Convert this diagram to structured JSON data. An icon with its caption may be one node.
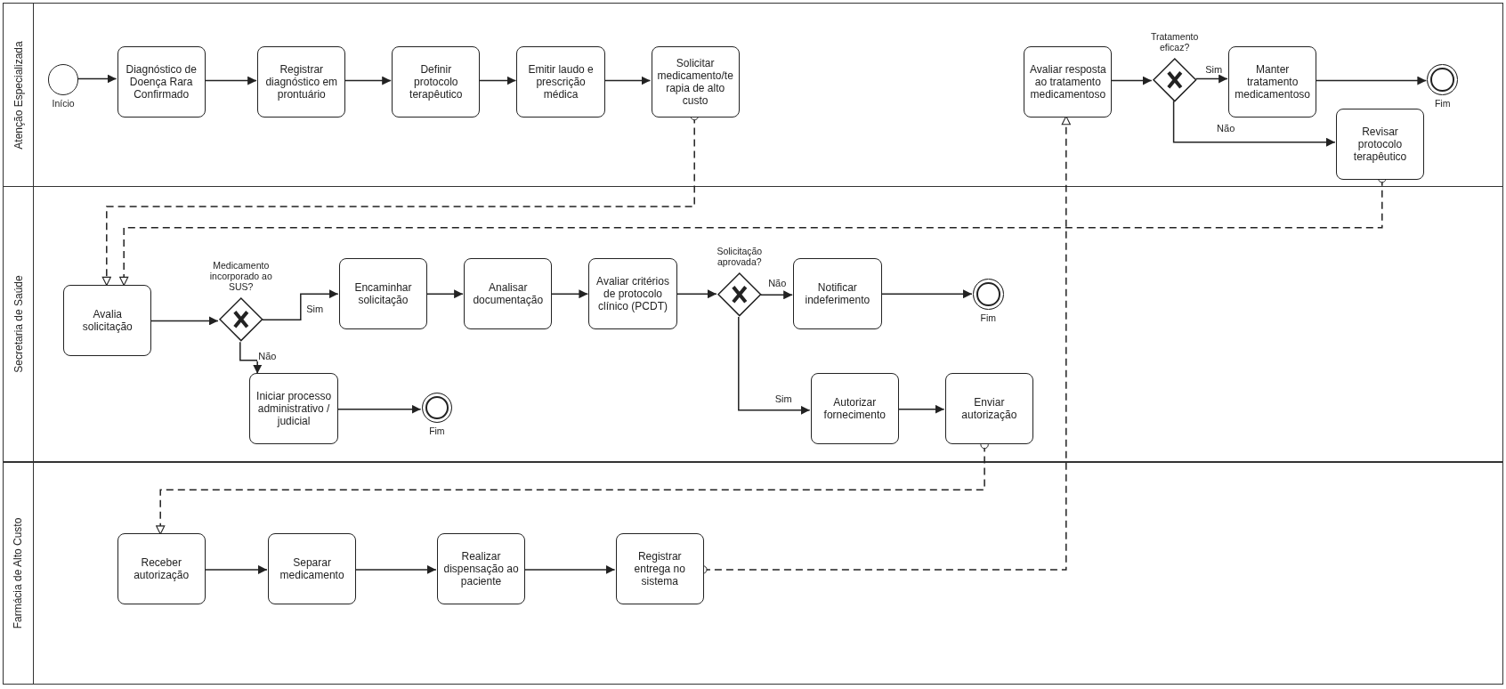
{
  "diagram": {
    "nodes": [
      {
        "text": [
          "Atenção Especializada"
        ]
      },
      {
        "text": [
          "Secretaria de Saúde"
        ]
      },
      {
        "text": [
          "Farmácia de Alto Custo"
        ]
      },
      {
        "text": [],
        "shape": "circle",
        "in": 0,
        "beside": [
          "Início"
        ]
      },
      {
        "text": [
          "Diagnóstico de Doença Rara Confirmado"
        ],
        "in": 0
      },
      {
        "text": [
          "Registrar diagnóstico em prontuário"
        ],
        "in": 0
      },
      {
        "text": [
          "Definir protocolo terapêutico"
        ],
        "in": 0
      },
      {
        "text": [
          "Emitir laudo e prescrição médica"
        ],
        "in": 0
      },
      {
        "text": [
          "Solicitar medicamento/terapia de alto custo"
        ],
        "in": 0
      },
      {
        "text": [
          "Avaliar resposta ao tratamento medicamentoso"
        ],
        "in": 0
      },
      {
        "text": [],
        "shape": "diamond",
        "in": 0,
        "beside": [
          "Tratamento eficaz?"
        ]
      },
      {
        "text": [
          "Manter tratamento medicamentoso"
        ],
        "in": 0
      },
      {
        "text": [],
        "shape": "circle",
        "in": 0,
        "beside": [
          "Fim"
        ]
      },
      {
        "text": [
          "Revisar protocolo terapêutico"
        ],
        "in": 0
      },
      {
        "text": [
          "Avalia solicitação"
        ],
        "in": 1
      },
      {
        "text": [],
        "shape": "diamond",
        "in": 1,
        "beside": [
          "Medicamento incorporado ao SUS?"
        ]
      },
      {
        "text": [
          "Encaminhar solicitação"
        ],
        "in": 1
      },
      {
        "text": [
          "Analisar documentação"
        ],
        "in": 1
      },
      {
        "text": [
          "Avaliar critérios de protocolo clínico (PCDT)"
        ],
        "in": 1
      },
      {
        "text": [],
        "shape": "diamond",
        "in": 1,
        "beside": [
          "Solicitação aprovada?"
        ]
      },
      {
        "text": [
          "Notificar indeferimento"
        ],
        "in": 1
      },
      {
        "text": [],
        "shape": "circle",
        "in": 1,
        "beside": [
          "Fim"
        ]
      },
      {
        "text": [
          "Iniciar processo administrativo / judicial"
        ],
        "in": 1
      },
      {
        "text": [],
        "shape": "circle",
        "in": 1,
        "beside": [
          "Fim"
        ]
      },
      {
        "text": [
          "Autorizar fornecimento"
        ],
        "in": 1
      },
      {
        "text": [
          "Enviar autorização"
        ],
        "in": 1
      },
      {
        "text": [
          "Receber autorização"
        ],
        "in": 2
      },
      {
        "text": [
          "Separar medicamento"
        ],
        "in": 2
      },
      {
        "text": [
          "Realizar dispensação ao paciente"
        ],
        "in": 2
      },
      {
        "text": [
          "Registrar entrega no sistema"
        ],
        "in": 2
      }
    ],
    "edges": [
      {
        "from": 3,
        "to": 4,
        "arrow": "to"
      },
      {
        "from": 4,
        "to": 5,
        "arrow": "to"
      },
      {
        "from": 5,
        "to": 6,
        "arrow": "to"
      },
      {
        "from": 6,
        "to": 7,
        "arrow": "to"
      },
      {
        "from": 7,
        "to": 8,
        "arrow": "to"
      },
      {
        "from": 8,
        "to": 14,
        "arrow": "to",
        "style": "dashed"
      },
      {
        "from": 13,
        "to": 14,
        "arrow": "to",
        "style": "dashed"
      },
      {
        "from": 14,
        "to": 15,
        "arrow": "to"
      },
      {
        "from": 15,
        "to": 16,
        "arrow": "to",
        "label": "Sim"
      },
      {
        "from": 15,
        "to": 22,
        "arrow": "to",
        "label": "Não"
      },
      {
        "from": 16,
        "to": 17,
        "arrow": "to"
      },
      {
        "from": 17,
        "to": 18,
        "arrow": "to"
      },
      {
        "from": 18,
        "to": 19,
        "arrow": "to"
      },
      {
        "from": 19,
        "to": 20,
        "arrow": "to",
        "label": "Não"
      },
      {
        "from": 20,
        "to": 21,
        "arrow": "to"
      },
      {
        "from": 19,
        "to": 24,
        "arrow": "to",
        "label": "Sim"
      },
      {
        "from": 24,
        "to": 25,
        "arrow": "to"
      },
      {
        "from": 22,
        "to": 23,
        "arrow": "to"
      },
      {
        "from": 25,
        "to": 26,
        "arrow": "to",
        "style": "dashed"
      },
      {
        "from": 26,
        "to": 27,
        "arrow": "to"
      },
      {
        "from": 27,
        "to": 28,
        "arrow": "to"
      },
      {
        "from": 28,
        "to": 29,
        "arrow": "to"
      },
      {
        "from": 29,
        "to": 9,
        "arrow": "to",
        "style": "dashed"
      },
      {
        "from": 9,
        "to": 10,
        "arrow": "to"
      },
      {
        "from": 10,
        "to": 11,
        "arrow": "to",
        "label": "Sim"
      },
      {
        "from": 11,
        "to": 12,
        "arrow": "to"
      },
      {
        "from": 10,
        "to": 13,
        "arrow": "to",
        "label": "Não"
      }
    ]
  }
}
